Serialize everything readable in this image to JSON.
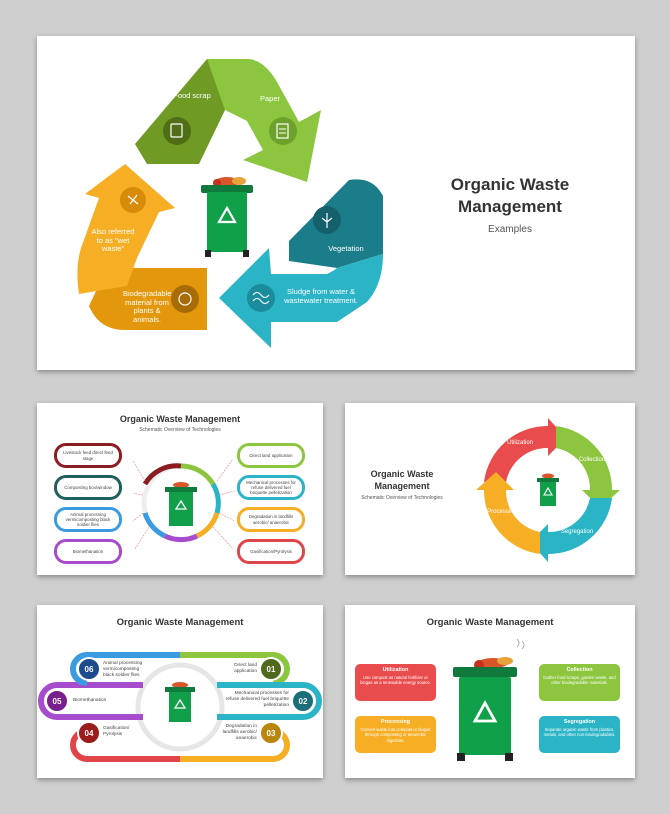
{
  "main_slide": {
    "title": "Organic Waste Management",
    "subtitle": "Examples",
    "segments": [
      {
        "label": "Food scrap",
        "color": "#6f9a24",
        "icon": "food-scrap-icon"
      },
      {
        "label": "Paper",
        "color": "#8cc63e",
        "icon": "paper-icon"
      },
      {
        "label": "Vegetation",
        "color": "#1c7d8a",
        "icon": "vegetation-icon"
      },
      {
        "label": "Sludge from water & wastewater treatment.",
        "color": "#2ab4c6",
        "icon": "sludge-icon"
      },
      {
        "label": "Biodegradable material from plants & animals.",
        "color": "#e3970c",
        "icon": "animals-icon"
      },
      {
        "label": "Also referred to as \"wet waste\"",
        "color": "#f6ae24",
        "icon": "wet-waste-icon"
      }
    ]
  },
  "slide2": {
    "title": "Organic Waste Management",
    "subtitle": "Schematic Overview of Technologies",
    "left_items": [
      {
        "label": "Livestock feed direct feed stage",
        "color": "#8a1c22"
      },
      {
        "label": "Composting box/window",
        "color": "#1f5f5c"
      },
      {
        "label": "Animal processing vermicomposting black soldier flies",
        "color": "#3a9be0"
      },
      {
        "label": "Biomethanation",
        "color": "#a64ccc"
      }
    ],
    "right_items": [
      {
        "label": "Direct land application",
        "color": "#8cc63e"
      },
      {
        "label": "Mechanical processes for refuse delivered fuel briquette pelletization",
        "color": "#2ab4c6"
      },
      {
        "label": "Degradation in landfills aerobic/ anaerobic",
        "color": "#f6ae24"
      },
      {
        "label": "Gasification/Pyrolysis",
        "color": "#e0454a"
      }
    ]
  },
  "slide3": {
    "title": "Organic Waste Management",
    "subtitle": "Schematic Overview of Technologies",
    "cycle": [
      {
        "label": "Utilization",
        "color": "#e84c4c"
      },
      {
        "label": "Collection",
        "color": "#8cc63e"
      },
      {
        "label": "Segregation",
        "color": "#2ab4c6"
      },
      {
        "label": "Processing",
        "color": "#f6ae24"
      }
    ]
  },
  "slide4": {
    "title": "Organic Waste Management",
    "items": [
      {
        "num": "01",
        "label": "Direct land application",
        "color": "#4f6a1c"
      },
      {
        "num": "02",
        "label": "Mechanical processes for refuse delivered fuel briquette pelletization",
        "color": "#1c6f7a"
      },
      {
        "num": "03",
        "label": "Degradation in landfills aerobic/ anaerobic",
        "color": "#b9860b"
      },
      {
        "num": "04",
        "label": "Gasification/ Pyrolysis",
        "color": "#9b1c1c"
      },
      {
        "num": "05",
        "label": "Biomethanation",
        "color": "#7a1f8e"
      },
      {
        "num": "06",
        "label": "Animal processing vermicomposting black soldier flies",
        "color": "#1d4c8c"
      }
    ],
    "ring_colors": [
      "#8cc63e",
      "#2ab4c6",
      "#f6ae24",
      "#e0454a",
      "#a64ccc",
      "#3a9be0"
    ]
  },
  "slide5": {
    "title": "Organic Waste Management",
    "cards": [
      {
        "title": "Utilization",
        "body": "Use compost as natural fertilizer or biogas as a renewable energy source.",
        "color": "#e84c4c"
      },
      {
        "title": "Collection",
        "body": "Gather food scraps, garden waste, and other biodegradable materials.",
        "color": "#8cc63e"
      },
      {
        "title": "Processing",
        "body": "Convert waste into compost or biogas through composting or anaerobic digestion.",
        "color": "#f6ae24"
      },
      {
        "title": "Segregation",
        "body": "Separate organic waste from plastics, metals, and other non-biodegradables.",
        "color": "#2ab4c6"
      }
    ]
  }
}
